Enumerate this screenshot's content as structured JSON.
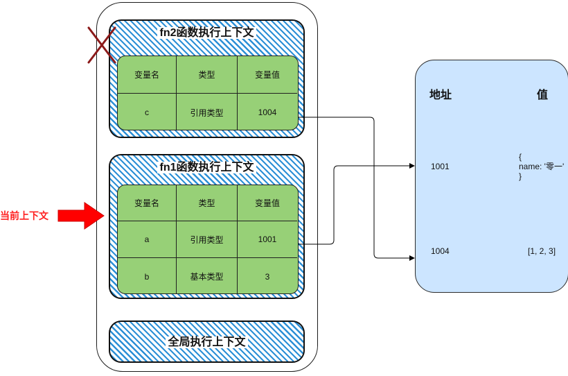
{
  "fn2": {
    "title": "fn2函数执行上下文",
    "headers": [
      "变量名",
      "类型",
      "变量值"
    ],
    "rows": [
      [
        "c",
        "引用类型",
        "1004"
      ]
    ]
  },
  "fn1": {
    "title": "fn1函数执行上下文",
    "headers": [
      "变量名",
      "类型",
      "变量值"
    ],
    "rows": [
      [
        "a",
        "引用类型",
        "1001"
      ],
      [
        "b",
        "基本类型",
        "3"
      ]
    ]
  },
  "global": {
    "title": "全局执行上下文"
  },
  "current_label": "当前上下文",
  "memory": {
    "address_header": "地址",
    "value_header": "值",
    "entries": [
      {
        "address": "1001",
        "value_lines": [
          "{",
          "name: '零一'",
          "}"
        ]
      },
      {
        "address": "1004",
        "value_lines": [
          "[1, 2, 3]"
        ]
      }
    ]
  },
  "colors": {
    "hatch": "#2b8fd6",
    "table_fill": "#97d077",
    "memory_fill": "#cce5ff",
    "current_arrow": "#ff0000",
    "cross": "#8b1a1a"
  }
}
